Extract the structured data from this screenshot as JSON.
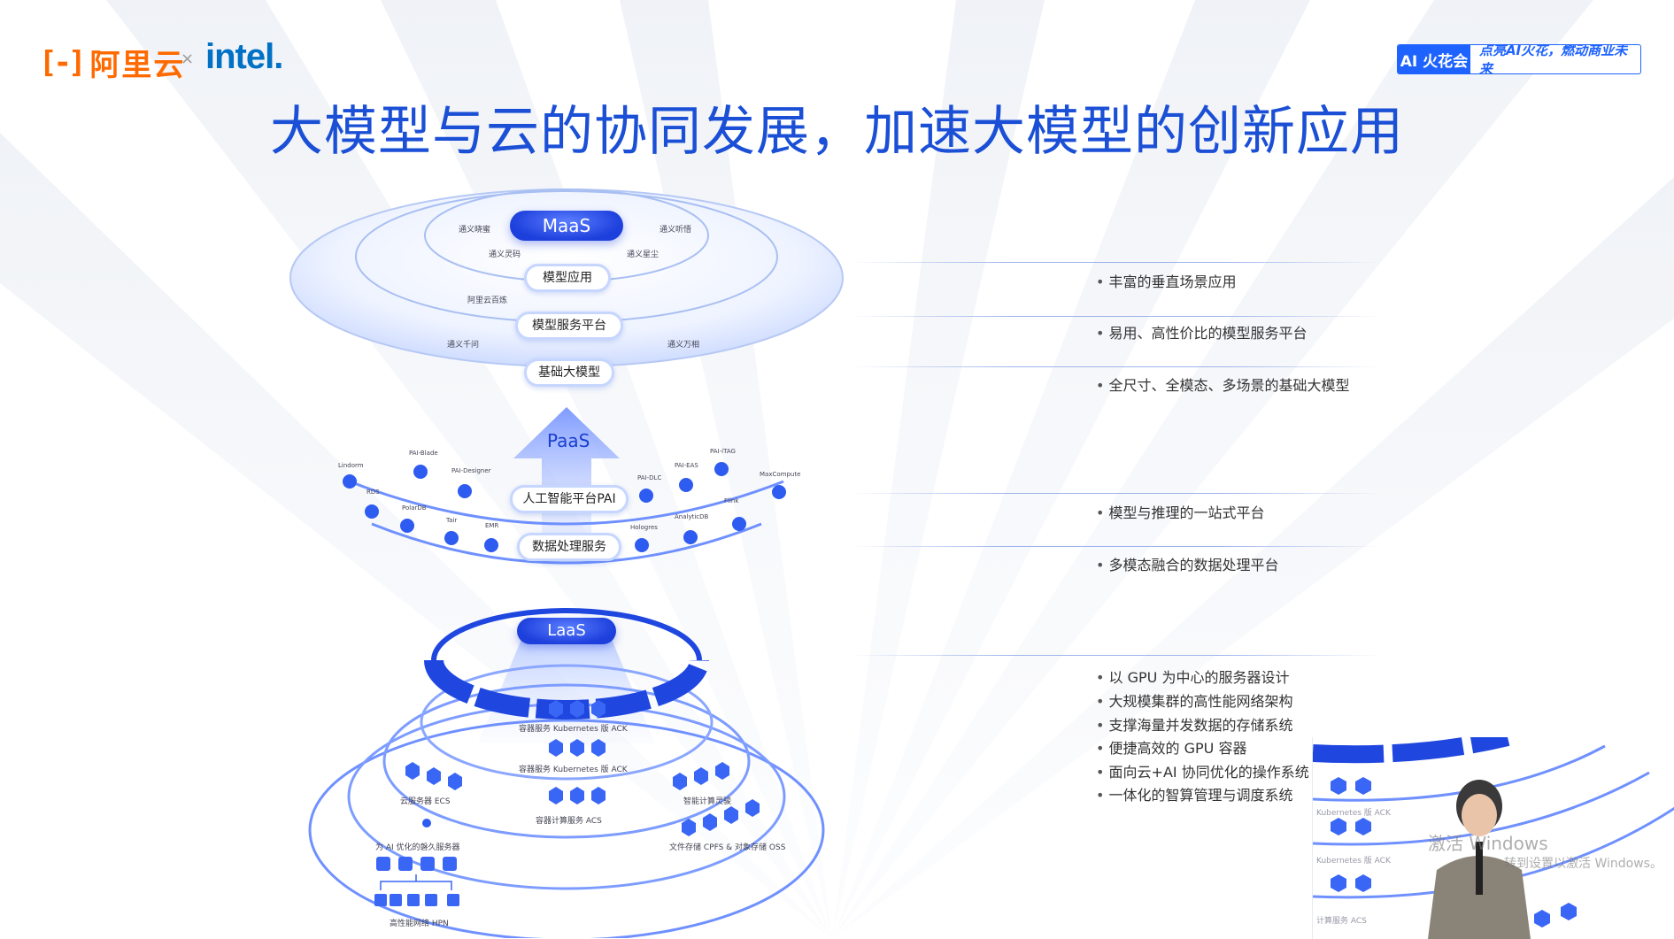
{
  "header": {
    "aliyun_text": "阿里云",
    "times": "×",
    "intel_text": "intel.",
    "badge_left": "AI 火花会",
    "badge_right": "点亮AI火花，燃动商业未来"
  },
  "title": "大模型与云的协同发展，加速大模型的创新应用",
  "maas": {
    "label": "MaaS",
    "top_items": [
      "通义晓蜜",
      "通义听悟",
      "通义灵码",
      "通义星尘"
    ],
    "model_app": "模型应用",
    "bailian": "阿里云百炼",
    "model_service": "模型服务平台",
    "left_item": "通义千问",
    "right_item": "通义万相",
    "foundation": "基础大模型"
  },
  "paas": {
    "label": "PaaS",
    "pai": "人工智能平台PAI",
    "data_service": "数据处理服务",
    "small_labels": [
      "PAI-Blade",
      "PAI-Designer",
      "PAI-DLC",
      "PAI-EAS",
      "PAI-iTAG",
      "MaxCompute",
      "Hologres",
      "AnalyticDB",
      "Flink",
      "EMR",
      "Lindorm",
      "RDS",
      "PolarDB",
      "Tair"
    ]
  },
  "iaas": {
    "label": "LaaS",
    "ack1": "容器服务 Kubernetes 版 ACK",
    "ack2": "容器服务 Kubernetes 版 ACK",
    "ecs": "云服务器 ECS",
    "ai_compute": "智能计算灵骏",
    "acs": "容器计算服务 ACS",
    "ai_server": "为 AI 优化的磐久服务器",
    "storage": "文件存储 CPFS & 对象存储 OSS",
    "hpn": "高性能网络 HPN"
  },
  "bullets": {
    "maas": [
      "丰富的垂直场景应用",
      "易用、高性价比的模型服务平台",
      "全尺寸、全模态、多场景的基础大模型"
    ],
    "paas": [
      "模型与推理的一站式平台",
      "多模态融合的数据处理平台"
    ],
    "iaas": [
      "以 GPU 为中心的服务器设计",
      "大规模集群的高性能网络架构",
      "支撑海量并发数据的存储系统",
      "便捷高效的 GPU 容器",
      "面向云+AI 协同优化的操作系统",
      "一体化的智算管理与调度系统"
    ]
  },
  "pip": {
    "wm1": "激活 Windows",
    "wm2": "转到设置以激活 Windows。",
    "ack_a": "Kubernetes 版 ACK",
    "ack_b": "Kubernetes 版 ACK",
    "acs": "计算服务 ACS"
  },
  "colors": {
    "primary": "#1a4fd6",
    "accent": "#ff6a00",
    "intel": "#0071c5"
  }
}
